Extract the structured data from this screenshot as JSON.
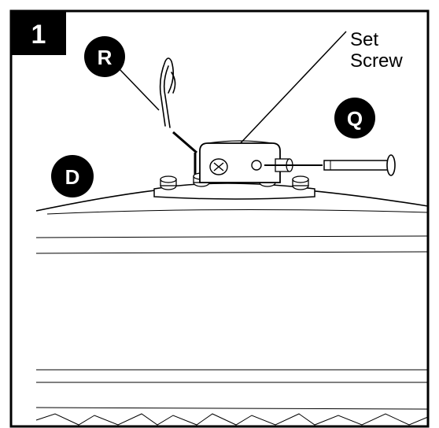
{
  "step": {
    "number": "1"
  },
  "callouts": {
    "r": "R",
    "q": "Q",
    "d": "D"
  },
  "set_screw": {
    "line1": "Set",
    "line2": "Screw"
  },
  "colors": {
    "ink": "#000000",
    "paper": "#ffffff",
    "badge": "#000000",
    "badge_text": "#ffffff"
  }
}
